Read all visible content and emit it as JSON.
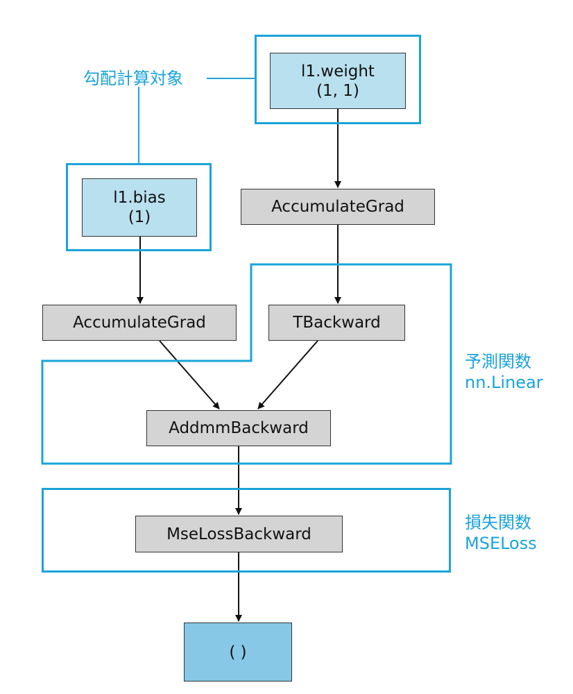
{
  "annotations": {
    "grad_target": "勾配計算対象",
    "predict_fn_title": "予測関数",
    "predict_fn_name": "nn.Linear",
    "loss_fn_title": "損失関数",
    "loss_fn_name": "MSELoss"
  },
  "nodes": {
    "weight": {
      "name": "l1.weight",
      "shape": "(1, 1)"
    },
    "bias": {
      "name": "l1.bias",
      "shape": "(1)"
    },
    "accum_weight": "AccumulateGrad",
    "accum_bias": "AccumulateGrad",
    "tbackward": "TBackward",
    "addmm": "AddmmBackward",
    "mseloss": "MseLossBackward",
    "output": "( )"
  },
  "colors": {
    "frame": "#1aa3d9",
    "gray_node": "#d4d4d4",
    "param_node": "#b9e0ef",
    "output_node": "#86c8e6"
  }
}
